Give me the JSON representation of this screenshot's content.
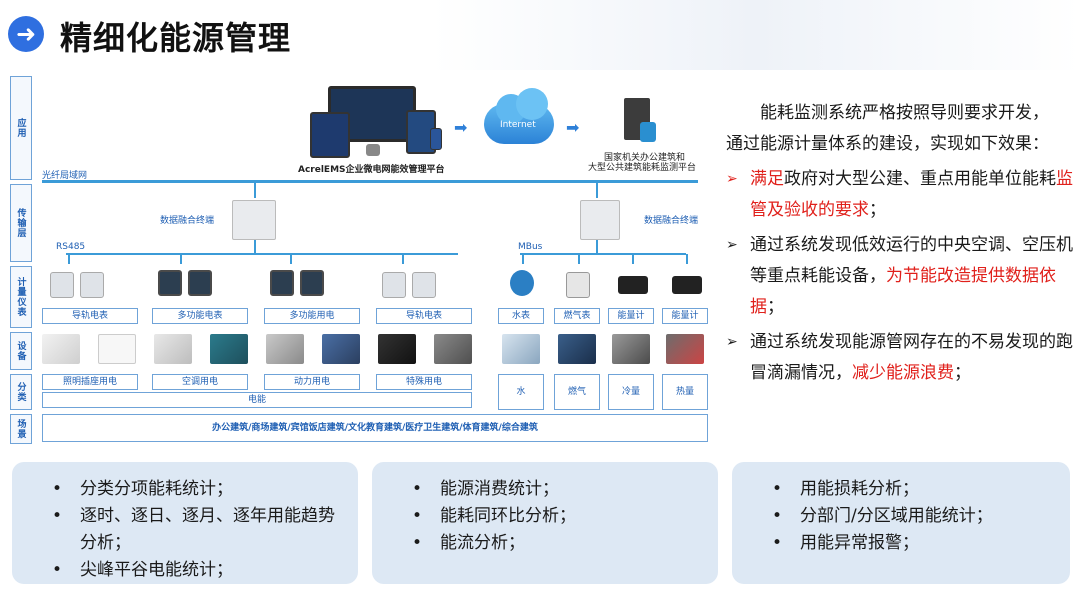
{
  "header": {
    "title": "精细化能源管理",
    "arrow_icon": "arrow-right-icon"
  },
  "diagram": {
    "layers": [
      "应用",
      "传输层",
      "计量仪表",
      "设备",
      "分类",
      "场景"
    ],
    "app": {
      "platform_label": "AcrelEMS企业微电网能效管理平台",
      "internet_label": "Internet",
      "gov_label_line1": "国家机关办公建筑和",
      "gov_label_line2": "大型公共建筑能耗监测平台"
    },
    "fiber_label": "光纤局域网",
    "terminal_left": "数据融合终端",
    "terminal_right": "数据融合终端",
    "bus_left": "RS485",
    "bus_right": "MBus",
    "meters": [
      "导轨电表",
      "多功能电表",
      "多功能用电",
      "导轨电表",
      "水表",
      "燃气表",
      "能量计",
      "能量计"
    ],
    "categories": [
      "照明插座用电",
      "空调用电",
      "动力用电",
      "特殊用电",
      "水",
      "燃气",
      "冷量",
      "热量"
    ],
    "electric_label": "电能",
    "scene_label": "办公建筑/商场建筑/宾馆饭店建筑/文化教育建筑/医疗卫生建筑/体育建筑/综合建筑"
  },
  "right": {
    "intro_line1": "能耗监测系统严格按照导则要求开发，",
    "intro_line2": "通过能源计量体系的建设，实现如下效果：",
    "b1_part1": "满足",
    "b1_part2": "政府对大型公建、重点用能单位能耗",
    "b1_part3": "监管及验收的要求",
    "b1_part4": "；",
    "b2_part1": "通过系统发现低效运行的中央空调、空压机等重点耗能设备，",
    "b2_part2": "为节能改造提供数据依据",
    "b2_part3": "；",
    "b3_part1": "通过系统发现能源管网存在的不易发现的跑冒滴漏情况，",
    "b3_part2": "减少能源浪费",
    "b3_part3": "；"
  },
  "cards": [
    {
      "items": [
        "分类分项能耗统计；",
        "逐时、逐日、逐月、逐年用能趋势分析；",
        "尖峰平谷电能统计；"
      ]
    },
    {
      "items": [
        "能源消费统计；",
        "能耗同环比分析；",
        "能流分析；"
      ]
    },
    {
      "items": [
        "用能损耗分析；",
        "分部门/分区域用能统计；",
        "用能异常报警；"
      ]
    }
  ],
  "colors": {
    "accent": "#2f6fe0",
    "line": "#3b9bd8",
    "label": "#1f5fb3",
    "highlight": "#e0201b",
    "card_bg": "#dde8f4"
  }
}
